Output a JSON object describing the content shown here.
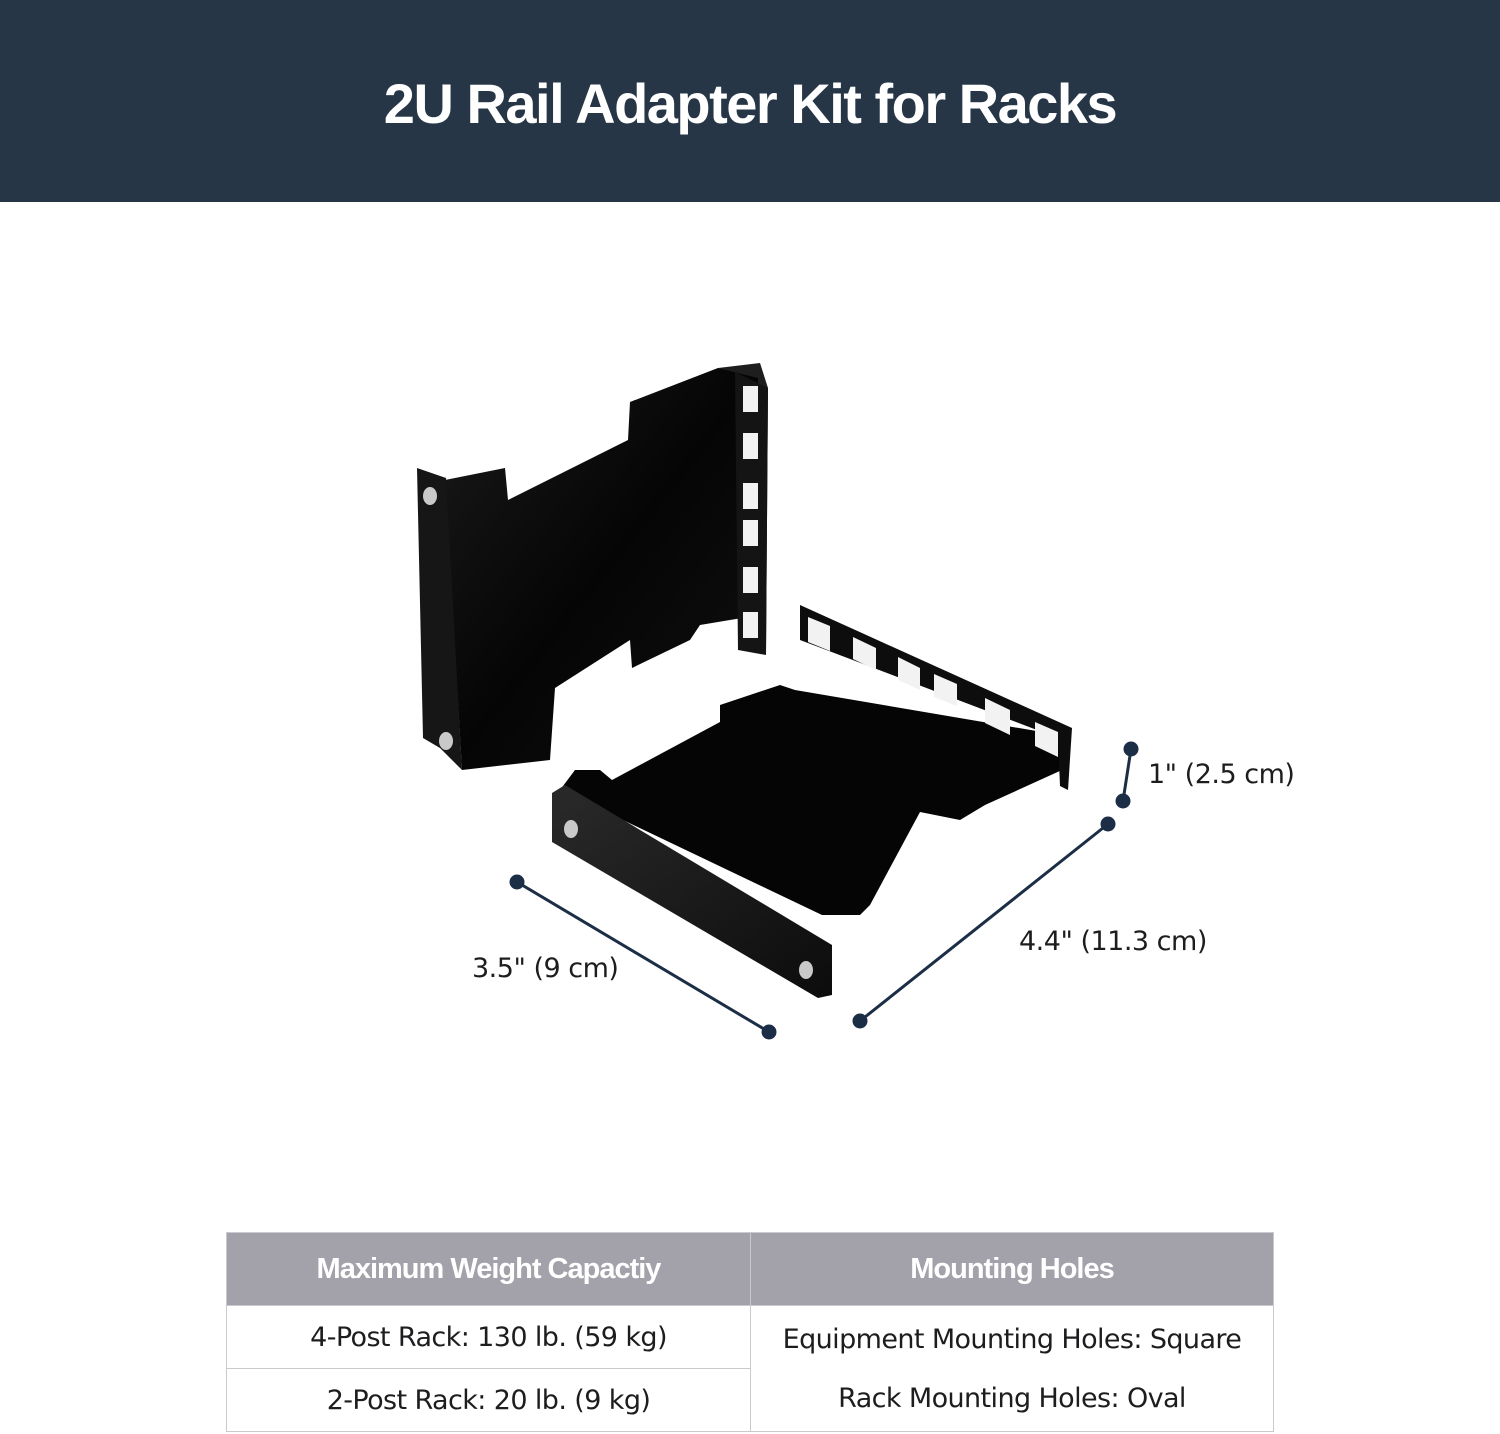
{
  "header": {
    "title": "2U Rail Adapter Kit for Racks",
    "background_color": "#263647",
    "text_color": "#ffffff"
  },
  "product_image": {
    "description": "Two black L-shaped rack rail adapter brackets with square equipment mounting holes and oval rack mounting holes",
    "bracket_color": "#0a0a0a",
    "dimension_line_color": "#1b2e46"
  },
  "dimensions": {
    "height": "1\" (2.5 cm)",
    "depth": "4.4\" (11.3 cm)",
    "width": "3.5\" (9 cm)"
  },
  "spec_table": {
    "header_color": "#a3a2ab",
    "columns": [
      "Maximum Weight Capactiy",
      "Mounting Holes"
    ],
    "weight_capacity": [
      "4-Post Rack: 130 lb. (59 kg)",
      "2-Post Rack: 20 lb. (9 kg)"
    ],
    "mounting_holes": [
      "Equipment Mounting Holes: Square",
      "Rack Mounting Holes: Oval"
    ]
  }
}
